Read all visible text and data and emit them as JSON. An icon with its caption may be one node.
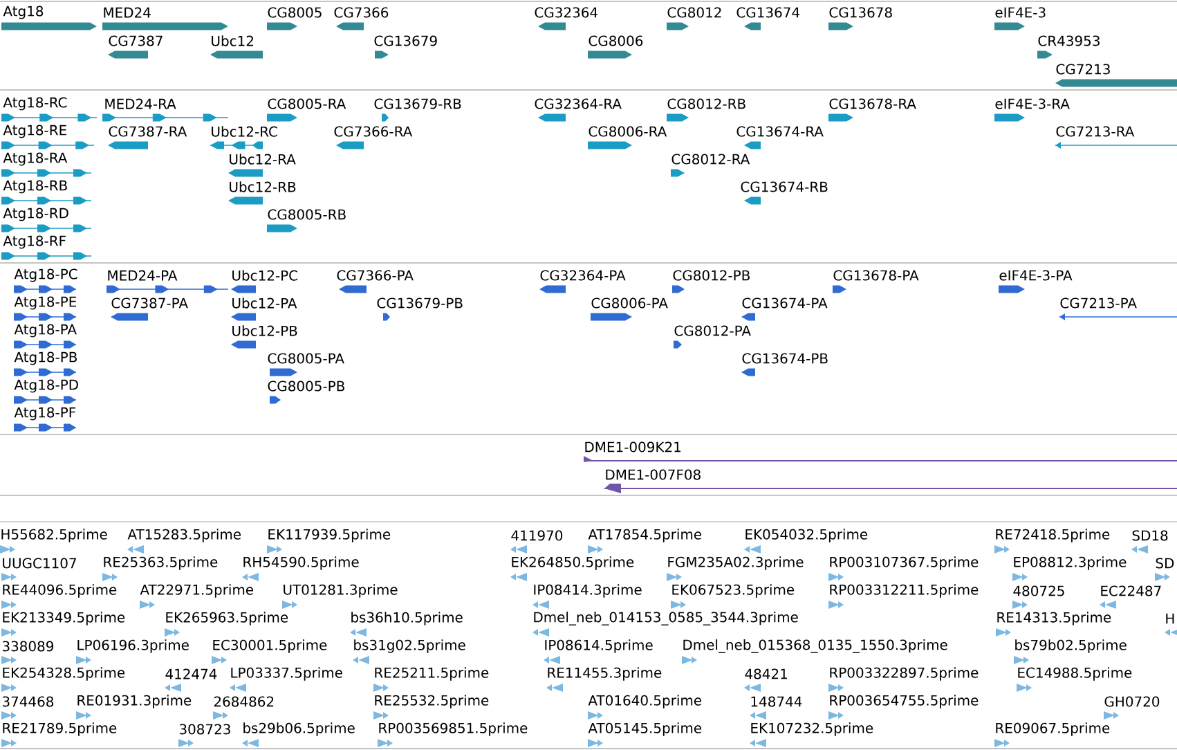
{
  "diagram": {
    "labels": [
      "Atg18",
      "MED24",
      "CG8005",
      "CG7366",
      "CG32364",
      "CG8012",
      "CG13674",
      "CG13678",
      "eIF4E-3",
      "CG7387",
      "Ubc12",
      "CG13679",
      "CG8006",
      "CR43953",
      "CG7213",
      "Atg18-RC",
      "MED24-RA",
      "CG8005-RA",
      "CG13679-RB",
      "CG32364-RA",
      "CG8012-RB",
      "CG13678-RA",
      "eIF4E-3-RA",
      "Atg18-RE",
      "CG7387-RA",
      "Ubc12-RC",
      "CG7366-RA",
      "CG8006-RA",
      "CG13674-RA",
      "CG7213-RA",
      "Atg18-RA",
      "Ubc12-RA",
      "CG8012-RA",
      "Atg18-RB",
      "Ubc12-RB",
      "CG13674-RB",
      "Atg18-RD",
      "CG8005-RB",
      "Atg18-RF",
      "Atg18-PC",
      "MED24-PA",
      "Ubc12-PC",
      "CG7366-PA",
      "CG32364-PA",
      "CG8012-PB",
      "CG13678-PA",
      "eIF4E-3-PA",
      "Atg18-PE",
      "CG7387-PA",
      "Ubc12-PA",
      "CG13679-PB",
      "CG8006-PA",
      "CG13674-PA",
      "CG7213-PA",
      "Atg18-PA",
      "Ubc12-PB",
      "CG8012-PA",
      "Atg18-PB",
      "CG8005-PA",
      "CG13674-PB",
      "Atg18-PD",
      "CG8005-PB",
      "Atg18-PF",
      "DME1-009K21",
      "DME1-007F08",
      "H55682.5prime",
      "AT15283.5prime",
      "EK117939.5prime",
      "411970",
      "AT17854.5prime",
      "EK054032.5prime",
      "RE72418.5prime",
      "SD18",
      "UUGC1107",
      "RE25363.5prime",
      "RH54590.5prime",
      "EK264850.5prime",
      "FGM235A02.3prime",
      "RP003107367.5prime",
      "EP08812.3prime",
      "SD",
      "RE44096.5prime",
      "AT22971.5prime",
      "UT01281.3prime",
      "IP08414.3prime",
      "EK067523.5prime",
      "RP003312211.5prime",
      "480725",
      "EC22487",
      "EK213349.5prime",
      "EK265963.5prime",
      "bs36h10.5prime",
      "Dmel_neb_014153_0585_3544.3prime",
      "RE14313.5prime",
      "H",
      "338089",
      "LP06196.3prime",
      "EC30001.5prime",
      "bs31g02.5prime",
      "IP08614.5prime",
      "Dmel_neb_015368_0135_1550.3prime",
      "bs79b02.5prime",
      "EK254328.5prime",
      "412474",
      "LP03337.5prime",
      "RE25211.5prime",
      "RE11455.3prime",
      "48421",
      "RP003322897.5prime",
      "EC14988.5prime",
      "374468",
      "RE01931.3prime",
      "2684862",
      "RE25532.5prime",
      "AT01640.5prime",
      "148744",
      "RP003654755.5prime",
      "GH0720",
      "RE21789.5prime",
      "308723",
      "bs29b06.5prime",
      "RP003569851.5prime",
      "AT05145.5prime",
      "EK107232.5prime",
      "RE09067.5prime"
    ]
  }
}
